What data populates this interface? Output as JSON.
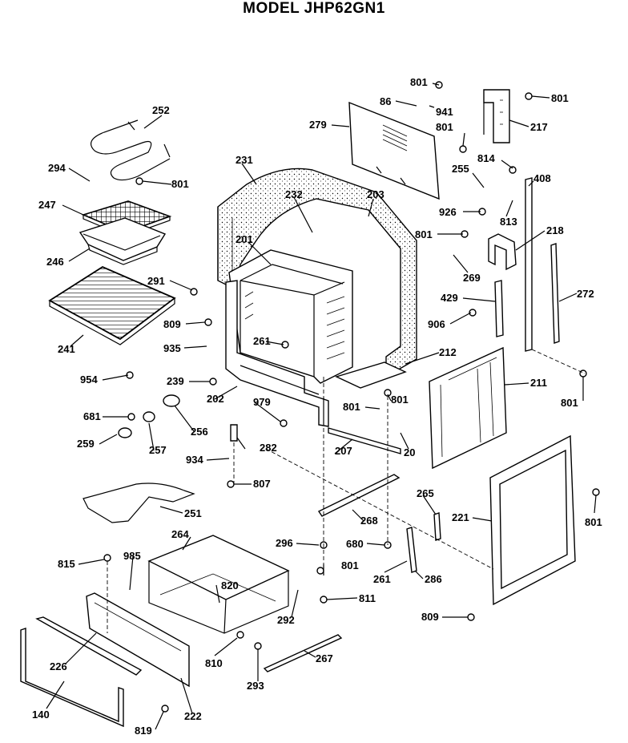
{
  "title": "MODEL JHP62GN1",
  "callouts": [
    {
      "id": "c801a",
      "text": "801"
    },
    {
      "id": "c86",
      "text": "86"
    },
    {
      "id": "c941",
      "text": "941"
    },
    {
      "id": "c801b",
      "text": "801"
    },
    {
      "id": "c217",
      "text": "217"
    },
    {
      "id": "c279",
      "text": "279"
    },
    {
      "id": "c801c",
      "text": "801"
    },
    {
      "id": "c814",
      "text": "814"
    },
    {
      "id": "c408",
      "text": "408"
    },
    {
      "id": "c255",
      "text": "255"
    },
    {
      "id": "c926",
      "text": "926"
    },
    {
      "id": "c813",
      "text": "813"
    },
    {
      "id": "c252",
      "text": "252"
    },
    {
      "id": "c294",
      "text": "294"
    },
    {
      "id": "c801d",
      "text": "801"
    },
    {
      "id": "c231",
      "text": "231"
    },
    {
      "id": "c232",
      "text": "232"
    },
    {
      "id": "c203",
      "text": "203"
    },
    {
      "id": "c801e",
      "text": "801"
    },
    {
      "id": "c218",
      "text": "218"
    },
    {
      "id": "c247",
      "text": "247"
    },
    {
      "id": "c246",
      "text": "246"
    },
    {
      "id": "c201",
      "text": "201"
    },
    {
      "id": "c269",
      "text": "269"
    },
    {
      "id": "c291",
      "text": "291"
    },
    {
      "id": "c429",
      "text": "429"
    },
    {
      "id": "c272",
      "text": "272"
    },
    {
      "id": "c809a",
      "text": "809"
    },
    {
      "id": "c906",
      "text": "906"
    },
    {
      "id": "c241",
      "text": "241"
    },
    {
      "id": "c935",
      "text": "935"
    },
    {
      "id": "c261a",
      "text": "261"
    },
    {
      "id": "c212",
      "text": "212"
    },
    {
      "id": "c954",
      "text": "954"
    },
    {
      "id": "c239",
      "text": "239"
    },
    {
      "id": "c211",
      "text": "211"
    },
    {
      "id": "c801f",
      "text": "801"
    },
    {
      "id": "c202",
      "text": "202"
    },
    {
      "id": "c979",
      "text": "979"
    },
    {
      "id": "c801g",
      "text": "801"
    },
    {
      "id": "c801h",
      "text": "801"
    },
    {
      "id": "c681",
      "text": "681"
    },
    {
      "id": "c256",
      "text": "256"
    },
    {
      "id": "c207",
      "text": "207"
    },
    {
      "id": "c20",
      "text": "20"
    },
    {
      "id": "c259",
      "text": "259"
    },
    {
      "id": "c257",
      "text": "257"
    },
    {
      "id": "c282",
      "text": "282"
    },
    {
      "id": "c934",
      "text": "934"
    },
    {
      "id": "c807",
      "text": "807"
    },
    {
      "id": "c265",
      "text": "265"
    },
    {
      "id": "c251",
      "text": "251"
    },
    {
      "id": "c268",
      "text": "268"
    },
    {
      "id": "c221",
      "text": "221"
    },
    {
      "id": "c801i",
      "text": "801"
    },
    {
      "id": "c264",
      "text": "264"
    },
    {
      "id": "c296",
      "text": "296"
    },
    {
      "id": "c680",
      "text": "680"
    },
    {
      "id": "c815",
      "text": "815"
    },
    {
      "id": "c985",
      "text": "985"
    },
    {
      "id": "c801j",
      "text": "801"
    },
    {
      "id": "c261b",
      "text": "261"
    },
    {
      "id": "c286",
      "text": "286"
    },
    {
      "id": "c820",
      "text": "820"
    },
    {
      "id": "c811",
      "text": "811"
    },
    {
      "id": "c292",
      "text": "292"
    },
    {
      "id": "c809b",
      "text": "809"
    },
    {
      "id": "c226",
      "text": "226"
    },
    {
      "id": "c810",
      "text": "810"
    },
    {
      "id": "c267",
      "text": "267"
    },
    {
      "id": "c293",
      "text": "293"
    },
    {
      "id": "c140",
      "text": "140"
    },
    {
      "id": "c222",
      "text": "222"
    },
    {
      "id": "c819",
      "text": "819"
    }
  ]
}
